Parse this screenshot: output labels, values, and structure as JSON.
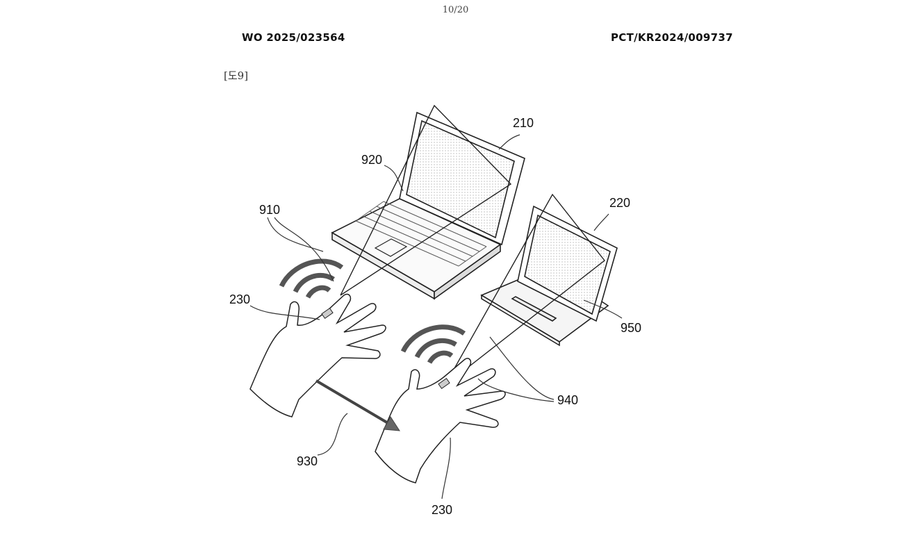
{
  "page_number": "10/20",
  "header": {
    "publication_number": "WO 2025/023564",
    "application_number": "PCT/KR2024/009737"
  },
  "figure": {
    "label": "[도9]",
    "references": {
      "laptop": "210",
      "tablet": "220",
      "hand_left": "230",
      "hand_right": "230",
      "laptop_projection": "920",
      "left_ring_signal": "910",
      "gesture_arrow": "930",
      "right_ring_signal": "940",
      "tablet_projection": "950"
    }
  }
}
